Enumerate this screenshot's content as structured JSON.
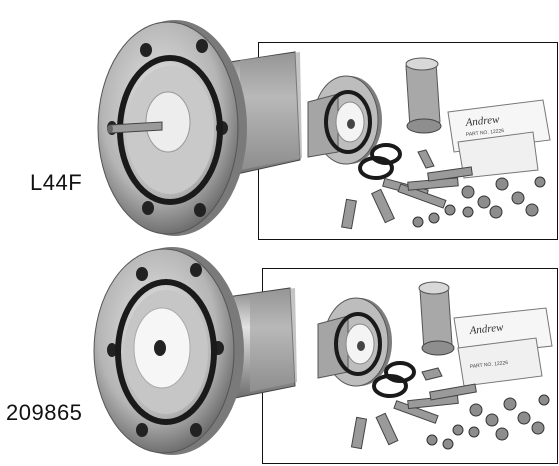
{
  "products": [
    {
      "part_label": "L44F",
      "kit_packet_brand": "Andrew",
      "kit_packet_partno": "PART NO. 12226"
    },
    {
      "part_label": "209865",
      "kit_packet_brand": "Andrew",
      "kit_packet_partno": "PART NO. 12226"
    }
  ],
  "colors": {
    "steel_light": "#d9d9d9",
    "steel_mid": "#a8a8a8",
    "steel_dark": "#5a5a5a",
    "oring": "#1a1a1a",
    "insulator": "#f2f2f2",
    "frame": "#111111"
  }
}
